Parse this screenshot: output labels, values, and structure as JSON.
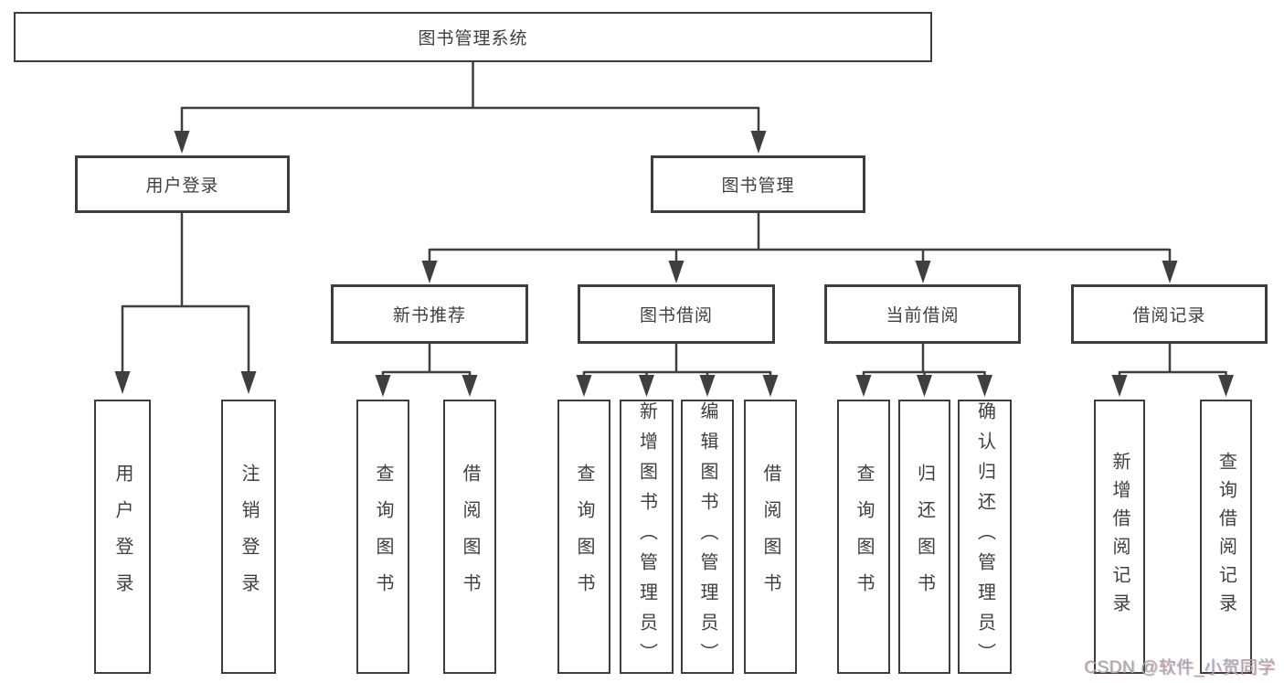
{
  "colors": {
    "line": "#3f3f3f",
    "box_border": "#3d3d3d",
    "text": "#3f3f3f",
    "background": "#ffffff",
    "watermark_gray": "#a7a7a9"
  },
  "tree": {
    "root": "图书管理系统",
    "level2": [
      "用户登录",
      "图书管理"
    ],
    "level3": [
      "新书推荐",
      "图书借阅",
      "当前借阅",
      "借阅记录"
    ],
    "leaves": {
      "login": [
        "用户登录",
        "注销登录"
      ],
      "recommend": [
        "查询图书",
        "借阅图书"
      ],
      "borrow": [
        "查询图书",
        "新增图书（管理员）",
        "编辑图书（管理员）",
        "借阅图书"
      ],
      "current": [
        "查询图书",
        "归还图书",
        "确认归还（管理员）"
      ],
      "records": [
        "新增借阅记录",
        "查询借阅记录"
      ]
    }
  },
  "watermark": "CSDN @软件_小贺同学"
}
